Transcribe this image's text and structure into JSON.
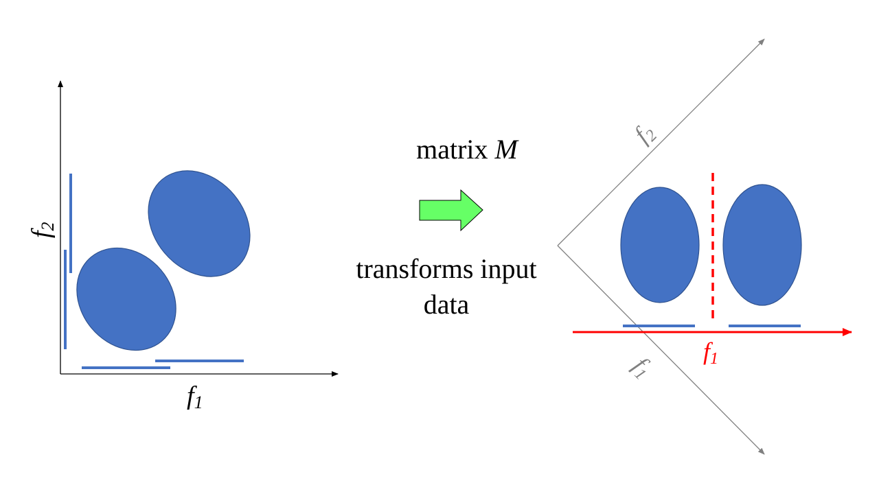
{
  "left_plot": {
    "x_axis_label": {
      "base": "f",
      "sub": "1"
    },
    "y_axis_label": {
      "base": "f",
      "sub": "2"
    }
  },
  "center": {
    "title_word": "matrix",
    "title_symbol": "M",
    "caption": "transforms input data",
    "arrow_color": "#66ff66"
  },
  "right_plot": {
    "rotated_axis_f2": {
      "base": "f",
      "sub": "2"
    },
    "rotated_axis_f1": {
      "base": "f",
      "sub": "1"
    },
    "red_axis": {
      "base": "f",
      "sub": "1"
    },
    "axis_color": "#808080",
    "highlight_color": "#ff0000"
  },
  "colors": {
    "cluster_fill": "#4472c4",
    "cluster_stroke": "#2f528f",
    "projection_bar": "#4472c4"
  }
}
